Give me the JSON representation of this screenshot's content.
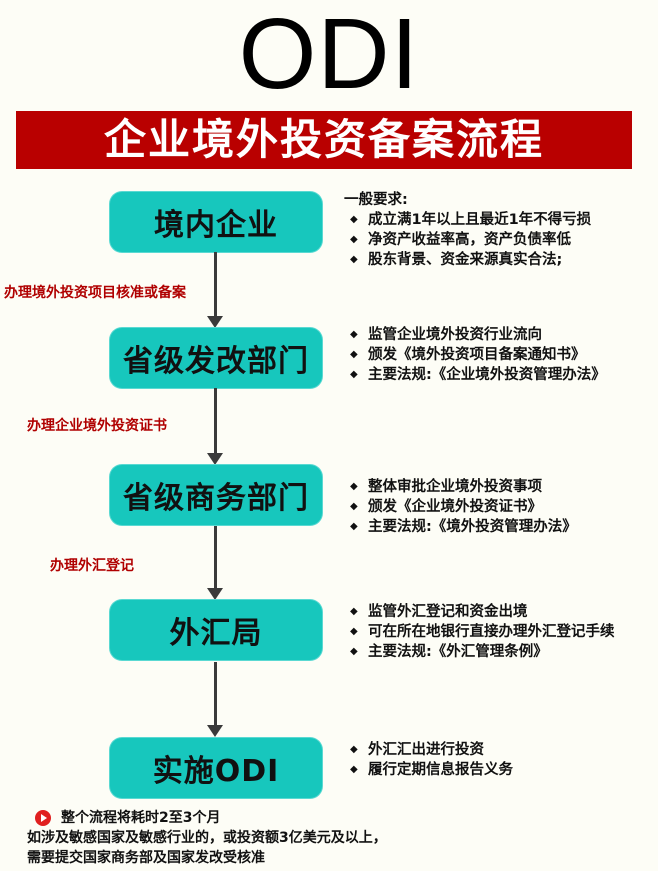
{
  "header": {
    "title": "ODI",
    "subtitle": "企业境外投资备案流程"
  },
  "colors": {
    "banner": "#b90000",
    "step_box": "#17c7bd",
    "edge_label": "#b00000",
    "arrow": "#3a3a3a"
  },
  "steps": [
    {
      "label": "境内企业",
      "notes_heading": "一般要求:",
      "notes": [
        "成立满1年以上且最近1年不得亏损",
        "净资产收益率高，资产负债率低",
        "股东背景、资金来源真实合法;"
      ]
    },
    {
      "label": "省级发改部门",
      "notes": [
        "监管企业境外投资行业流向",
        "颁发《境外投资项目备案通知书》",
        "主要法规:《企业境外投资管理办法》"
      ]
    },
    {
      "label": "省级商务部门",
      "notes": [
        "整体审批企业境外投资事项",
        "颁发《企业境外投资证书》",
        "主要法规:《境外投资管理办法》"
      ]
    },
    {
      "label": "外汇局",
      "notes": [
        "监管外汇登记和资金出境",
        "可在所在地银行直接办理外汇登记手续",
        "主要法规:《外汇管理条例》"
      ]
    },
    {
      "label": "实施ODI",
      "notes": [
        "外汇汇出进行投资",
        "履行定期信息报告义务"
      ]
    }
  ],
  "edges": [
    {
      "label": "办理境外投资项目核准或备案"
    },
    {
      "label": "办理企业境外投资证书"
    },
    {
      "label": "办理外汇登记"
    },
    {
      "label": ""
    }
  ],
  "footer": {
    "icon": "play-icon",
    "duration": "整个流程将耗时2至3个月",
    "line2": "如涉及敏感国家及敏感行业的，或投资额3亿美元及以上，",
    "line3": "需要提交国家商务部及国家发改受核准"
  }
}
